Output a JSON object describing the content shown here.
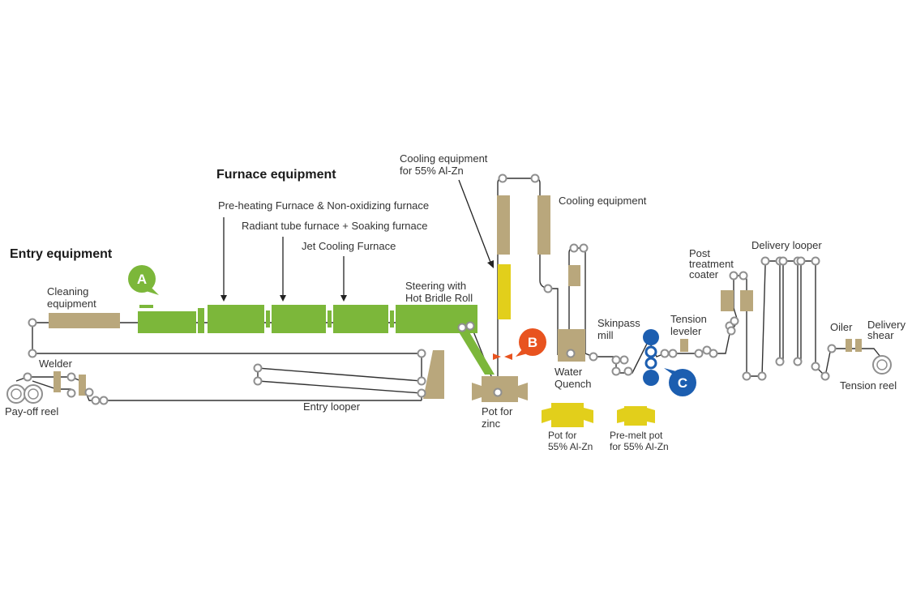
{
  "colors": {
    "furnace": "#7cb73a",
    "equipment": "#b9a77c",
    "zinc_coat": "#e2cf1b",
    "marker_a": "#7cb73a",
    "marker_b": "#e8531f",
    "marker_c": "#1c5eb0"
  },
  "headings": {
    "entry": "Entry equipment",
    "furnace": "Furnace equipment"
  },
  "furnace_labels": {
    "preheat": "Pre-heating Furnace & Non-oxidizing furnace",
    "radiant": "Radiant tube furnace + Soaking furnace",
    "jet": "Jet Cooling Furnace"
  },
  "labels": {
    "cleaning": [
      "Cleaning",
      "equipment"
    ],
    "welder": "Welder",
    "payoff": "Pay-off reel",
    "entry_looper": "Entry looper",
    "steering": [
      "Steering with",
      "Hot Bridle Roll"
    ],
    "cooling_alzn": [
      "Cooling equipment",
      "for 55% Al-Zn"
    ],
    "cooling": "Cooling equipment",
    "pot_zinc": [
      "Pot for",
      "zinc"
    ],
    "water_quench": [
      "Water",
      "Quench"
    ],
    "pot_alzn": [
      "Pot for",
      "55% Al-Zn"
    ],
    "premelt": [
      "Pre-melt pot",
      "for 55% Al-Zn"
    ],
    "skinpass": [
      "Skinpass",
      "mill"
    ],
    "tension_leveler": [
      "Tension",
      "leveler"
    ],
    "post_treatment": [
      "Post",
      "treatment",
      "coater"
    ],
    "delivery_looper": "Delivery looper",
    "oiler": "Oiler",
    "delivery_shear": [
      "Delivery",
      "shear"
    ],
    "tension_reel": "Tension reel"
  },
  "markers": {
    "a": "A",
    "b": "B",
    "c": "C"
  },
  "icons": {
    "marker_a": "speech-bubble-icon",
    "marker_b": "speech-bubble-icon",
    "marker_c": "speech-bubble-icon",
    "payoff_reel": "coil-icon",
    "tension_reel": "coil-icon"
  }
}
